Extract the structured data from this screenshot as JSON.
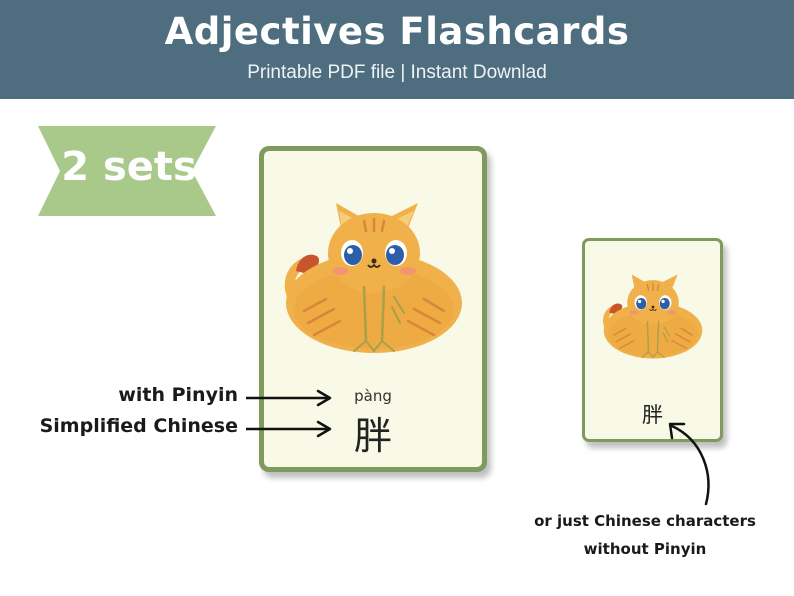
{
  "header": {
    "title": "Adjectives Flashcards",
    "subtitle": "Printable PDF file  |  Instant Downlad",
    "background": "#4e6e80"
  },
  "badge": {
    "label": "2 sets",
    "color": "#a9c98b"
  },
  "card_large": {
    "pinyin": "pàng",
    "hanzi": "胖",
    "illustration": "fat-orange-cat"
  },
  "card_small": {
    "hanzi": "胖",
    "illustration": "fat-orange-cat"
  },
  "labels": {
    "with_pinyin": "with Pinyin",
    "simplified": "Simplified Chinese"
  },
  "note": {
    "line1": "or just Chinese characters",
    "line2": "without Pinyin"
  },
  "colors": {
    "card_border": "#7e9a5d",
    "card_background": "#f8f9e6",
    "cat_body": "#f0b04a"
  }
}
